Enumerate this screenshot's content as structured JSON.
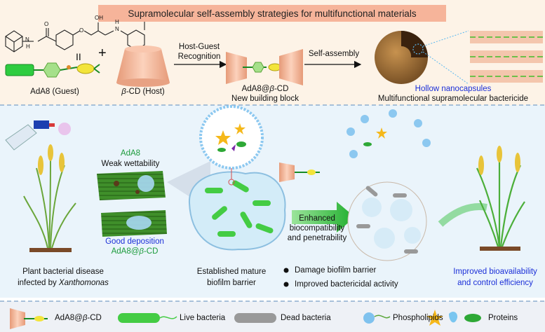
{
  "title": "Supramolecular self-assembly strategies for multifunctional materials",
  "top": {
    "guest_label": "AdA8 (Guest)",
    "host_label_prefix": "β",
    "host_label_suffix": "-CD (Host)",
    "equals_sign": "II",
    "plus_sign": "+",
    "arrow1_line1": "Host-Guest",
    "arrow1_line2": "Recognition",
    "block_line1_prefix": "AdA8@",
    "block_line1_beta": "β",
    "block_line1_suffix": "-CD",
    "block_line2": "New building block",
    "arrow2_label": "Self-assembly",
    "capsule_line1": "Hollow nanocapsules",
    "capsule_line2": "Multifunctional supramolecular bactericide",
    "mol_atoms": [
      "O",
      "N",
      "H",
      "OH",
      "N",
      "H",
      "O"
    ]
  },
  "middle": {
    "ada8_label": "AdA8",
    "weak_label": "Weak wettability",
    "good_label": "Good deposition",
    "ada8cd_prefix": "AdA8@",
    "ada8cd_beta": "β",
    "ada8cd_suffix": "-CD",
    "disease_line1": "Plant bacterial disease",
    "disease_line2_prefix": "infected by ",
    "disease_line2_italic": "Xanthomonas",
    "biofilm_line1": "Established mature",
    "biofilm_line2": "biofilm barrier",
    "enh_line1": "Enhanced",
    "enh_line2": "biocompatibility",
    "enh_line3": "and penetrability",
    "bullet1": "Damage biofilm barrier",
    "bullet2": "Improved bactericidal activity",
    "improved_line1": "Improved bioavailability",
    "improved_line2": "and control efficiency"
  },
  "legend": {
    "item1_prefix": "AdA8@",
    "item1_beta": "β",
    "item1_suffix": "-CD",
    "item2": "Live bacteria",
    "item3": "Dead bacteria",
    "item4": "Phospholipids",
    "item5": "Proteins"
  },
  "colors": {
    "title_bg": "#f6b49a",
    "top_bg": "#fdf3e7",
    "mid_bg": "#e9f3fb",
    "legend_bg": "#eef1f6",
    "blue_text": "#1b2fd8",
    "green_text": "#1a9a3a",
    "live_bacteria": "#44cc44",
    "dead_bacteria": "#999999",
    "host_cd": "#f3b99a",
    "arrow_green": "#2fbf3f"
  }
}
